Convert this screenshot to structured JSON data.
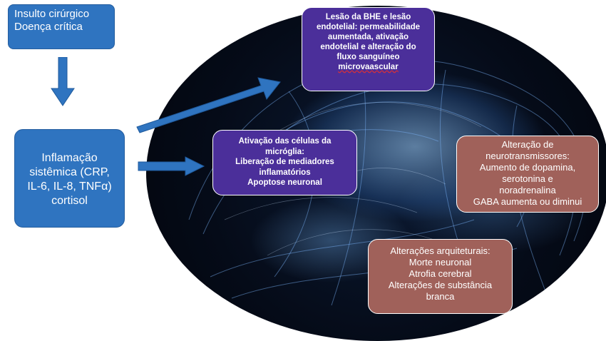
{
  "diagram": {
    "insulto": {
      "lines": [
        "Insulto cirúrgico",
        "Doença crítica"
      ]
    },
    "inflamacao": {
      "lines": [
        "Inflamação",
        "sistêmica (CRP,",
        "IL-6, IL-8, TNFα)",
        "cortisol"
      ]
    },
    "bhe": {
      "lines": [
        "Lesão da BHE e lesão",
        "endotelial: permeabilidade",
        "aumentada, ativação",
        "endotelial e alteração do",
        "fluxo sanguíneo",
        "microvaascular"
      ]
    },
    "microglia": {
      "lines": [
        "Ativação das células da",
        "micróglia:",
        "Liberação de mediadores",
        "inflamatórios",
        "Apoptose neuronal"
      ]
    },
    "neurotransmissores": {
      "lines": [
        "Alteração de",
        "neurotransmissores:",
        "Aumento de dopamina,",
        "serotonina e",
        "noradrenalina",
        "GABA aumenta ou diminui"
      ]
    },
    "arquitetura": {
      "lines": [
        "Alterações arquiteturais:",
        "Morte neuronal",
        "Atrofia cerebral",
        "Alterações de substância",
        "branca"
      ]
    }
  },
  "colors": {
    "blue_box": "#2f74c0",
    "purple_box": "#4b2f9a",
    "brown_box": "#a0615a",
    "arrow": "#2f74c0"
  }
}
